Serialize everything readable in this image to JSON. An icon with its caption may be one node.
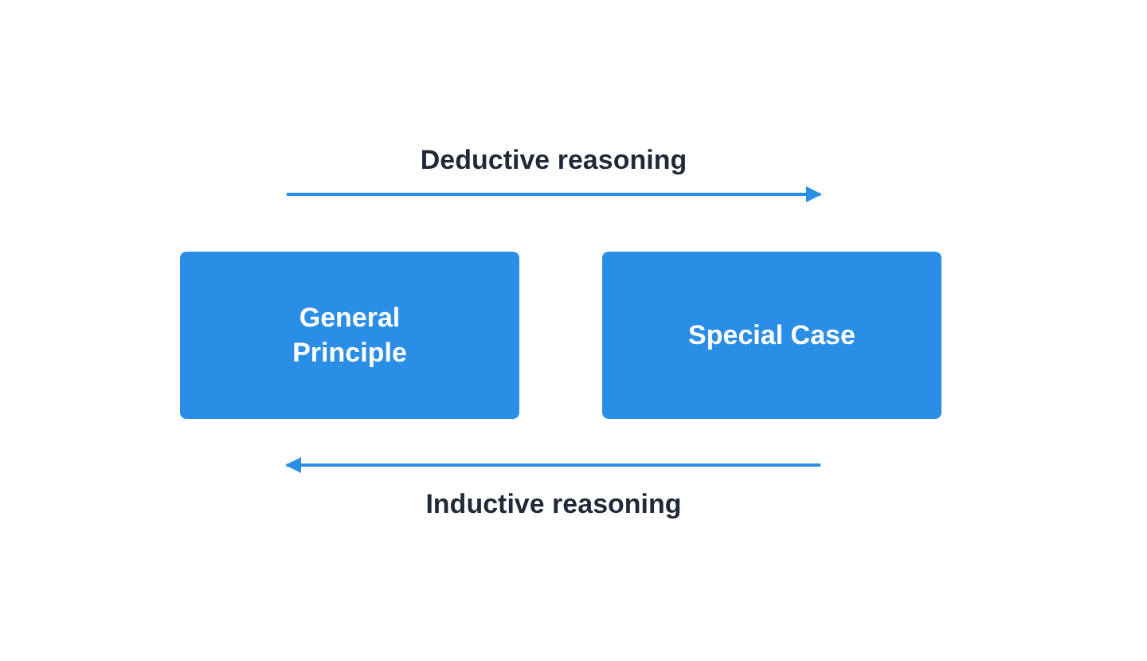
{
  "diagram": {
    "nodes": [
      {
        "text": [
          "General Principle"
        ]
      },
      {
        "text": [
          "Special Case"
        ]
      }
    ],
    "labels": [
      "Deductive reasoning",
      "Inductive reasoning"
    ]
  }
}
